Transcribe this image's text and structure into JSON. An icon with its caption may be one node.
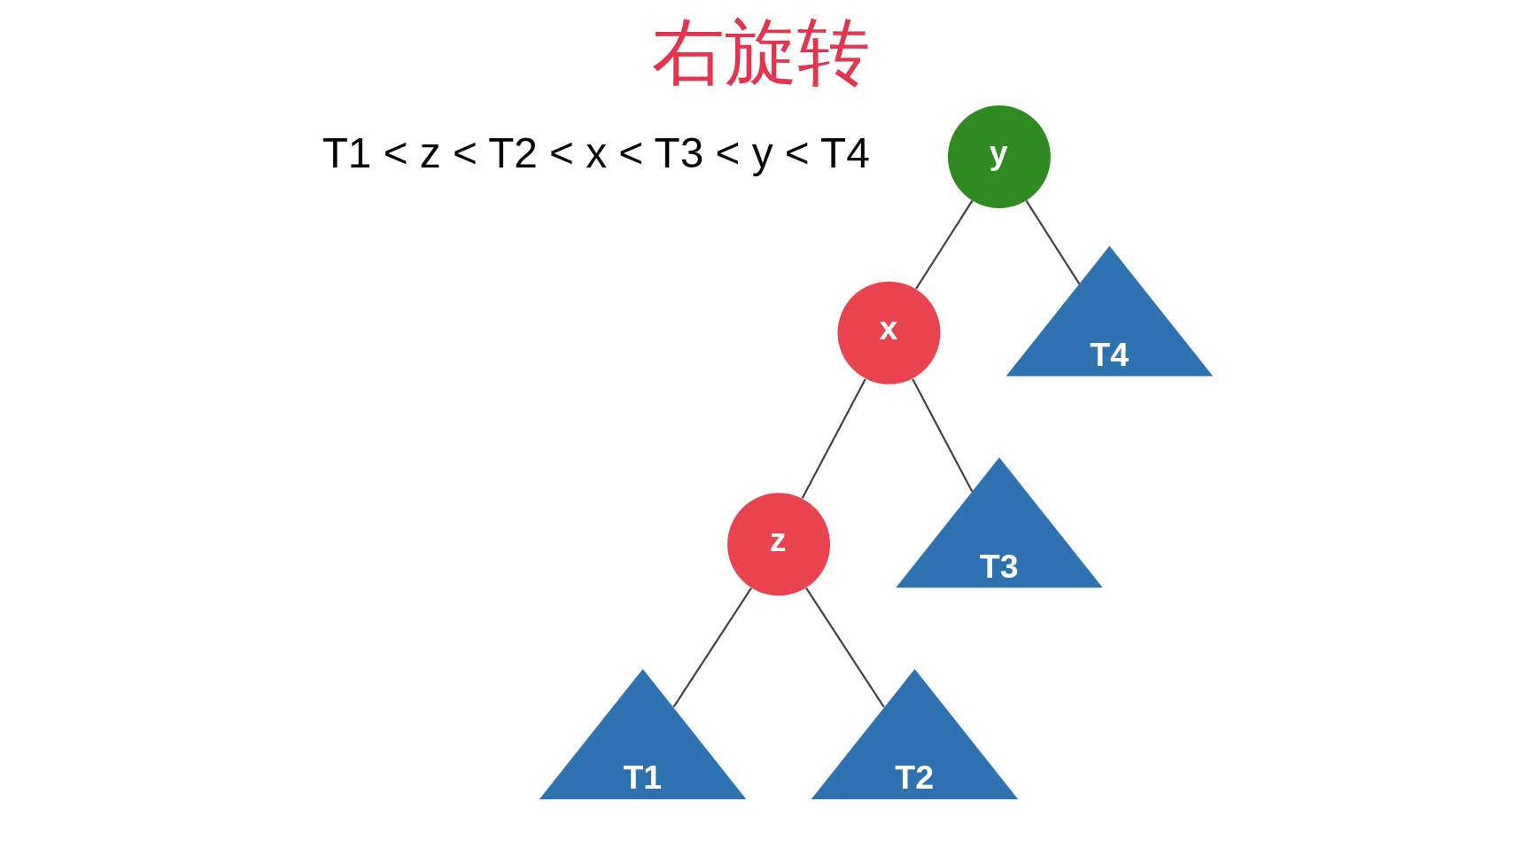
{
  "diagram": {
    "title": "右旋转",
    "nodes": [
      {
        "text": [
          "y"
        ]
      },
      {
        "text": [
          "x"
        ]
      },
      {
        "text": [
          "T4"
        ]
      },
      {
        "text": [
          "z"
        ]
      },
      {
        "text": [
          "T3"
        ]
      },
      {
        "text": [
          "T1"
        ]
      },
      {
        "text": [
          "T2"
        ]
      }
    ],
    "edges": [
      {
        "from": 0,
        "to": 1,
        "arrow": "none"
      },
      {
        "from": 0,
        "to": 2,
        "arrow": "none"
      },
      {
        "from": 1,
        "to": 3,
        "arrow": "none"
      },
      {
        "from": 1,
        "to": 4,
        "arrow": "none"
      },
      {
        "from": 3,
        "to": 5,
        "arrow": "none"
      },
      {
        "from": 3,
        "to": 6,
        "arrow": "none"
      }
    ],
    "labels": [
      "T1 < z < T2 < x < T3 < y < T4"
    ]
  }
}
